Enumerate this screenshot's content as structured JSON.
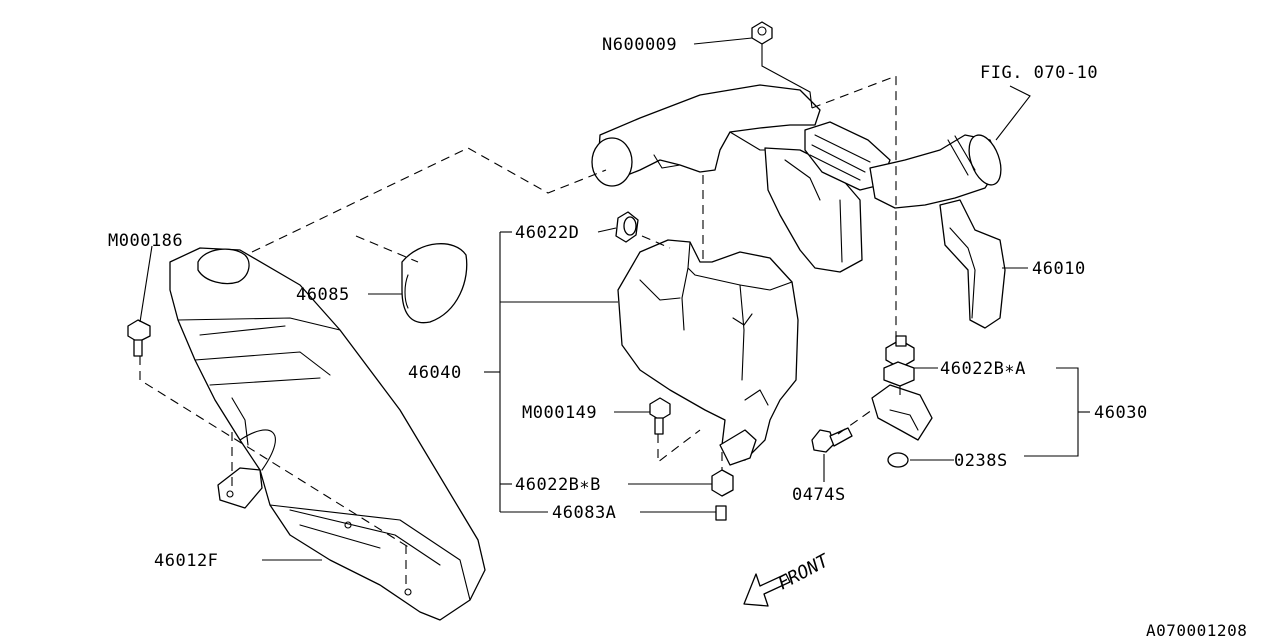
{
  "diagram_id": "A070001208",
  "labels": {
    "n600009": "N600009",
    "fig_ref": "FIG. 070-10",
    "p46010": "46010",
    "m000186": "M000186",
    "p46022d": "46022D",
    "p46085": "46085",
    "p46040": "46040",
    "m000149": "M000149",
    "p46022b_a": "46022B∗A",
    "p46030": "46030",
    "s0238": "0238S",
    "s0474": "0474S",
    "p46022b_b": "46022B∗B",
    "p46083a": "46083A",
    "p46012f": "46012F"
  },
  "front_text": "FRONT"
}
